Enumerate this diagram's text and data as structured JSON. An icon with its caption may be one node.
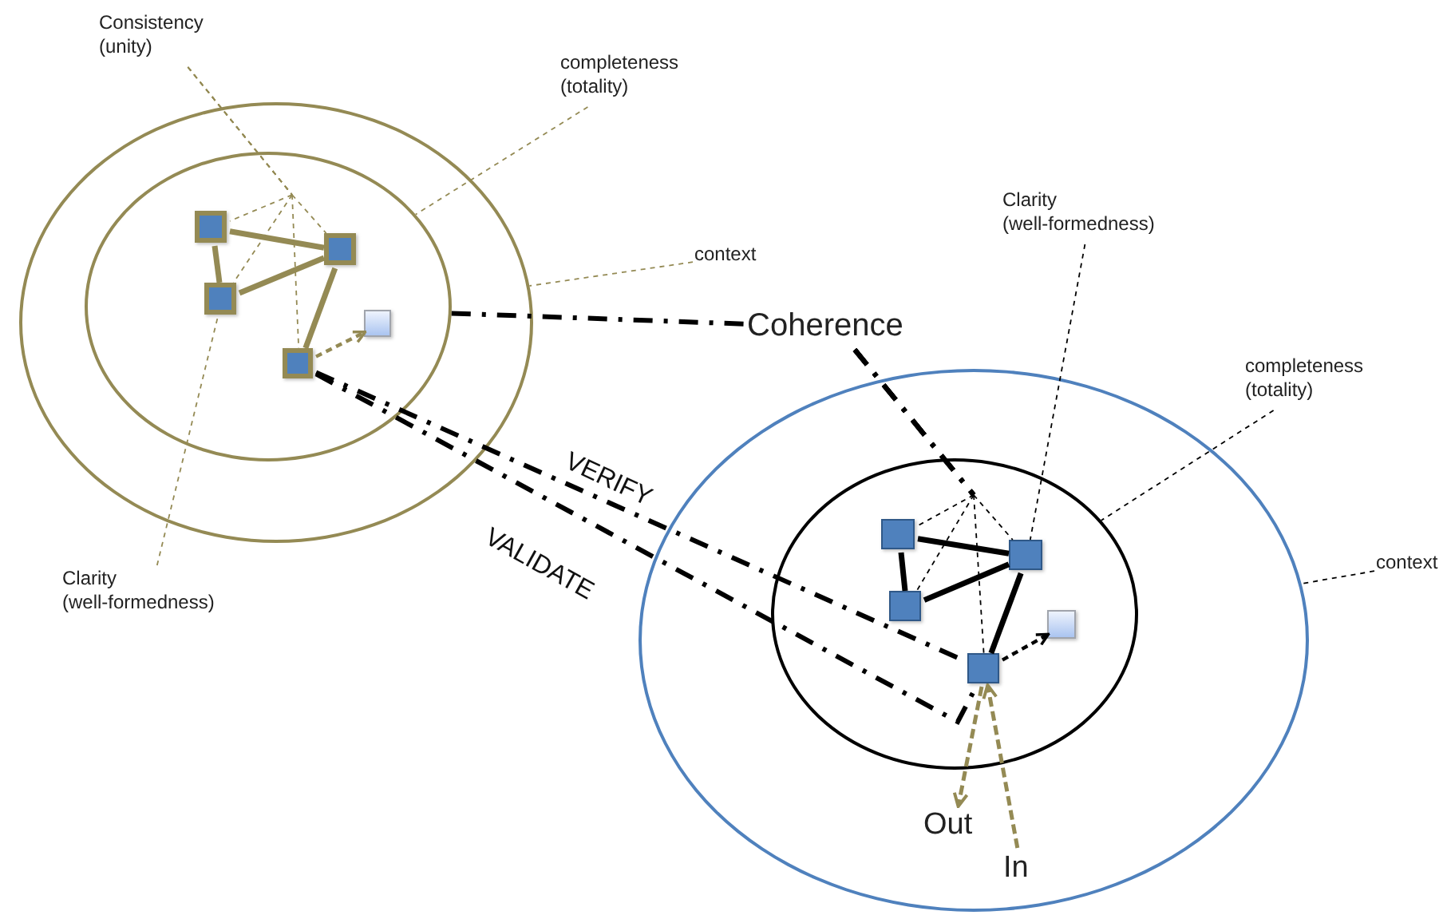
{
  "diagram": {
    "nodes": [
      {
        "text": [],
        "shape": "circle"
      },
      {
        "text": [],
        "shape": "circle",
        "in": 0
      },
      {
        "text": [],
        "shape": "box",
        "in": 1
      },
      {
        "text": [],
        "shape": "box",
        "in": 1
      },
      {
        "text": [],
        "shape": "box",
        "in": 1
      },
      {
        "text": [],
        "shape": "box",
        "in": 1
      },
      {
        "text": [],
        "shape": "box",
        "in": 1
      },
      {
        "text": [],
        "shape": "circle"
      },
      {
        "text": [],
        "shape": "circle",
        "in": 7
      },
      {
        "text": [],
        "shape": "box",
        "in": 8
      },
      {
        "text": [],
        "shape": "box",
        "in": 8
      },
      {
        "text": [],
        "shape": "box",
        "in": 8
      },
      {
        "text": [],
        "shape": "box",
        "in": 8
      },
      {
        "text": [],
        "shape": "box",
        "in": 8
      },
      {
        "text": [
          "Consistency (unity)"
        ]
      },
      {
        "text": [
          "completeness (totality)"
        ]
      },
      {
        "text": [
          "context"
        ]
      },
      {
        "text": [
          "Clarity (well-formedness)"
        ]
      },
      {
        "text": [
          "Coherence"
        ]
      },
      {
        "text": [
          "Clarity (well-formedness)"
        ]
      },
      {
        "text": [
          "completeness (totality)"
        ]
      },
      {
        "text": [
          "context"
        ]
      },
      {
        "text": [
          "Out"
        ],
        "in": 7
      },
      {
        "text": [
          "In"
        ],
        "in": 7
      }
    ],
    "edges": [
      {
        "from": 2,
        "to": 3,
        "arrow": "none",
        "color": "#948a54"
      },
      {
        "from": 2,
        "to": 4,
        "arrow": "none",
        "color": "#948a54"
      },
      {
        "from": 4,
        "to": 3,
        "arrow": "none",
        "color": "#948a54"
      },
      {
        "from": 3,
        "to": 5,
        "arrow": "none",
        "color": "#948a54"
      },
      {
        "from": 5,
        "to": 6,
        "arrow": "to",
        "style": "dashed",
        "color": "#948a54"
      },
      {
        "from": 9,
        "to": 10,
        "arrow": "none"
      },
      {
        "from": 9,
        "to": 11,
        "arrow": "none"
      },
      {
        "from": 11,
        "to": 10,
        "arrow": "none"
      },
      {
        "from": 10,
        "to": 12,
        "arrow": "none"
      },
      {
        "from": 12,
        "to": 13,
        "arrow": "to",
        "style": "dashed"
      },
      {
        "from": 1,
        "to": 18,
        "arrow": "none",
        "style": "dashed"
      },
      {
        "from": 18,
        "to": 9,
        "arrow": "none",
        "style": "dashed"
      },
      {
        "from": 18,
        "to": 10,
        "arrow": "none",
        "style": "dashed"
      },
      {
        "from": 18,
        "to": 11,
        "arrow": "none",
        "style": "dashed"
      },
      {
        "from": 18,
        "to": 12,
        "arrow": "none",
        "style": "dashed"
      },
      {
        "from": 5,
        "to": 12,
        "label": "VERIFY",
        "arrow": "none",
        "style": "dashed"
      },
      {
        "from": 5,
        "to": 12,
        "label": "VALIDATE",
        "arrow": "none",
        "style": "dashed"
      },
      {
        "from": 12,
        "to": 22,
        "arrow": "to",
        "style": "dashed",
        "color": "#948a54"
      },
      {
        "from": 23,
        "to": 12,
        "arrow": "to",
        "style": "dashed",
        "color": "#948a54"
      },
      {
        "from": 14,
        "to": 2,
        "arrow": "none",
        "style": "dashed",
        "color": "#948a54"
      },
      {
        "from": 14,
        "to": 3,
        "arrow": "none",
        "style": "dashed",
        "color": "#948a54"
      },
      {
        "from": 14,
        "to": 4,
        "arrow": "none",
        "style": "dashed",
        "color": "#948a54"
      },
      {
        "from": 14,
        "to": 5,
        "arrow": "none",
        "style": "dashed",
        "color": "#948a54"
      },
      {
        "from": 15,
        "to": 1,
        "arrow": "none",
        "style": "dashed",
        "color": "#948a54"
      },
      {
        "from": 16,
        "to": 0,
        "arrow": "none",
        "style": "dashed",
        "color": "#948a54"
      },
      {
        "from": 17,
        "to": 4,
        "arrow": "none",
        "style": "dashed",
        "color": "#948a54"
      },
      {
        "from": 19,
        "to": 10,
        "arrow": "none",
        "style": "dashed"
      },
      {
        "from": 20,
        "to": 8,
        "arrow": "none",
        "style": "dashed"
      },
      {
        "from": 21,
        "to": 7,
        "arrow": "none",
        "style": "dashed"
      }
    ]
  }
}
